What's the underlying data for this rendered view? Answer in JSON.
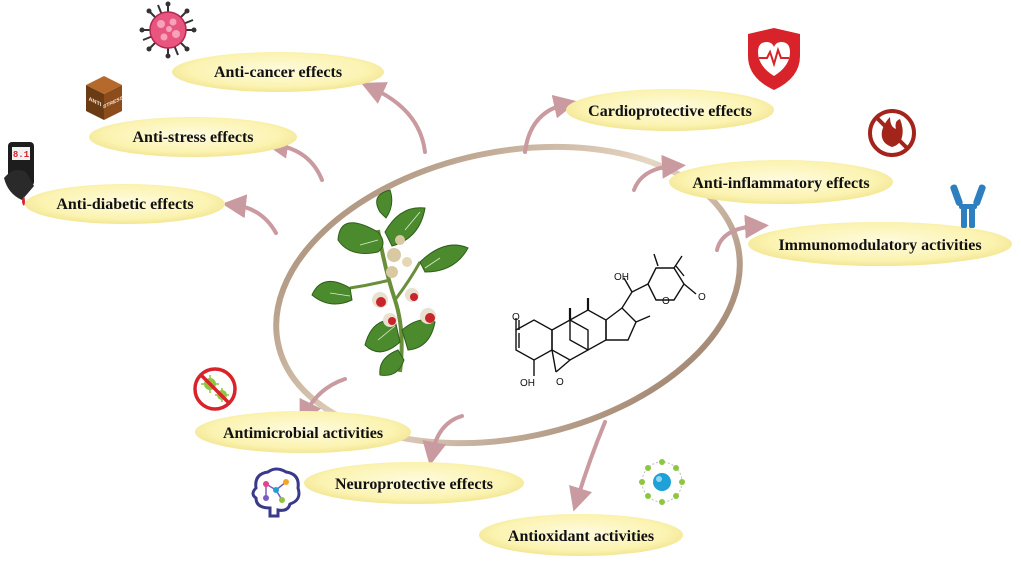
{
  "effects": {
    "anti_cancer": "Anti-cancer effects",
    "anti_stress": "Anti-stress effects",
    "anti_diabetic": "Anti-diabetic effects",
    "cardioprotective": "Cardioprotective effects",
    "anti_inflammatory": "Anti-inflammatory effects",
    "immunomodulatory": "Immunomodulatory activities",
    "antimicrobial": "Antimicrobial activities",
    "neuroprotective": "Neuroprotective effects",
    "antioxidant": "Antioxidant activities"
  },
  "icons": {
    "stress_box_line1": "ANTI",
    "stress_box_line2": "STRESS",
    "glucometer_reading": "8.1"
  },
  "molecule_labels": {
    "oh_top": "OH",
    "oh_bottom": "OH",
    "o_lactone": "O",
    "o_carbonyl_right": "O",
    "o_ketone": "O",
    "o_epoxide": "O"
  },
  "colors": {
    "pill_fill": "#fbf3b0",
    "arrow": "#c99a9f",
    "ring": "#b39a84",
    "leaf": "#4c8a2e",
    "shield_red": "#d8232a",
    "antibody_blue": "#2e7fc0"
  }
}
